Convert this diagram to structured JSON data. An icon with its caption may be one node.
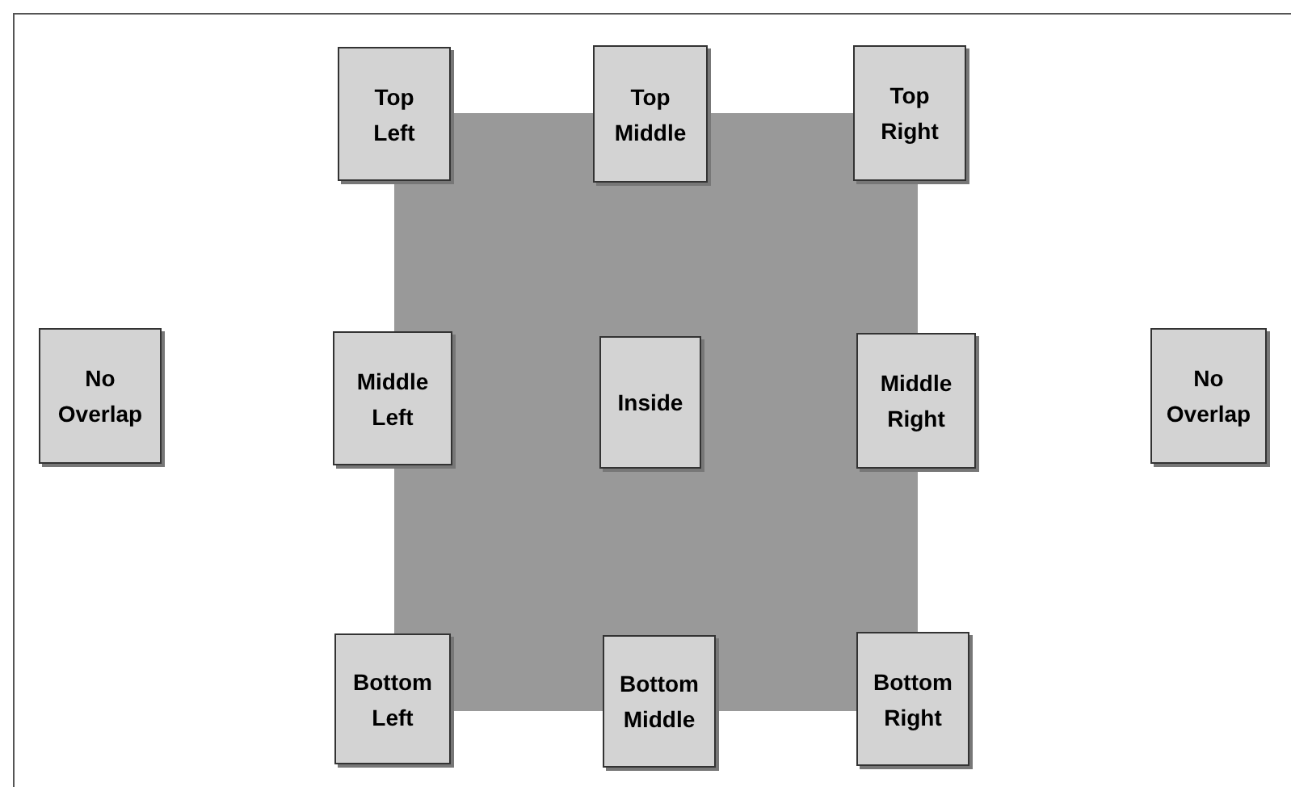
{
  "diagram": {
    "nodes": [
      {
        "text": [],
        "shape": "box"
      },
      {
        "text": [
          "Top Left"
        ]
      },
      {
        "text": [
          "Top Middle"
        ]
      },
      {
        "text": [
          "Top Right"
        ]
      },
      {
        "text": [
          "No Overlap"
        ]
      },
      {
        "text": [
          "Middle Left"
        ]
      },
      {
        "text": [
          "Inside"
        ],
        "in": 0
      },
      {
        "text": [
          "Middle Right"
        ]
      },
      {
        "text": [
          "No Overlap"
        ]
      },
      {
        "text": [
          "Bottom Left"
        ]
      },
      {
        "text": [
          "Bottom Middle"
        ]
      },
      {
        "text": [
          "Bottom Right"
        ]
      }
    ]
  }
}
